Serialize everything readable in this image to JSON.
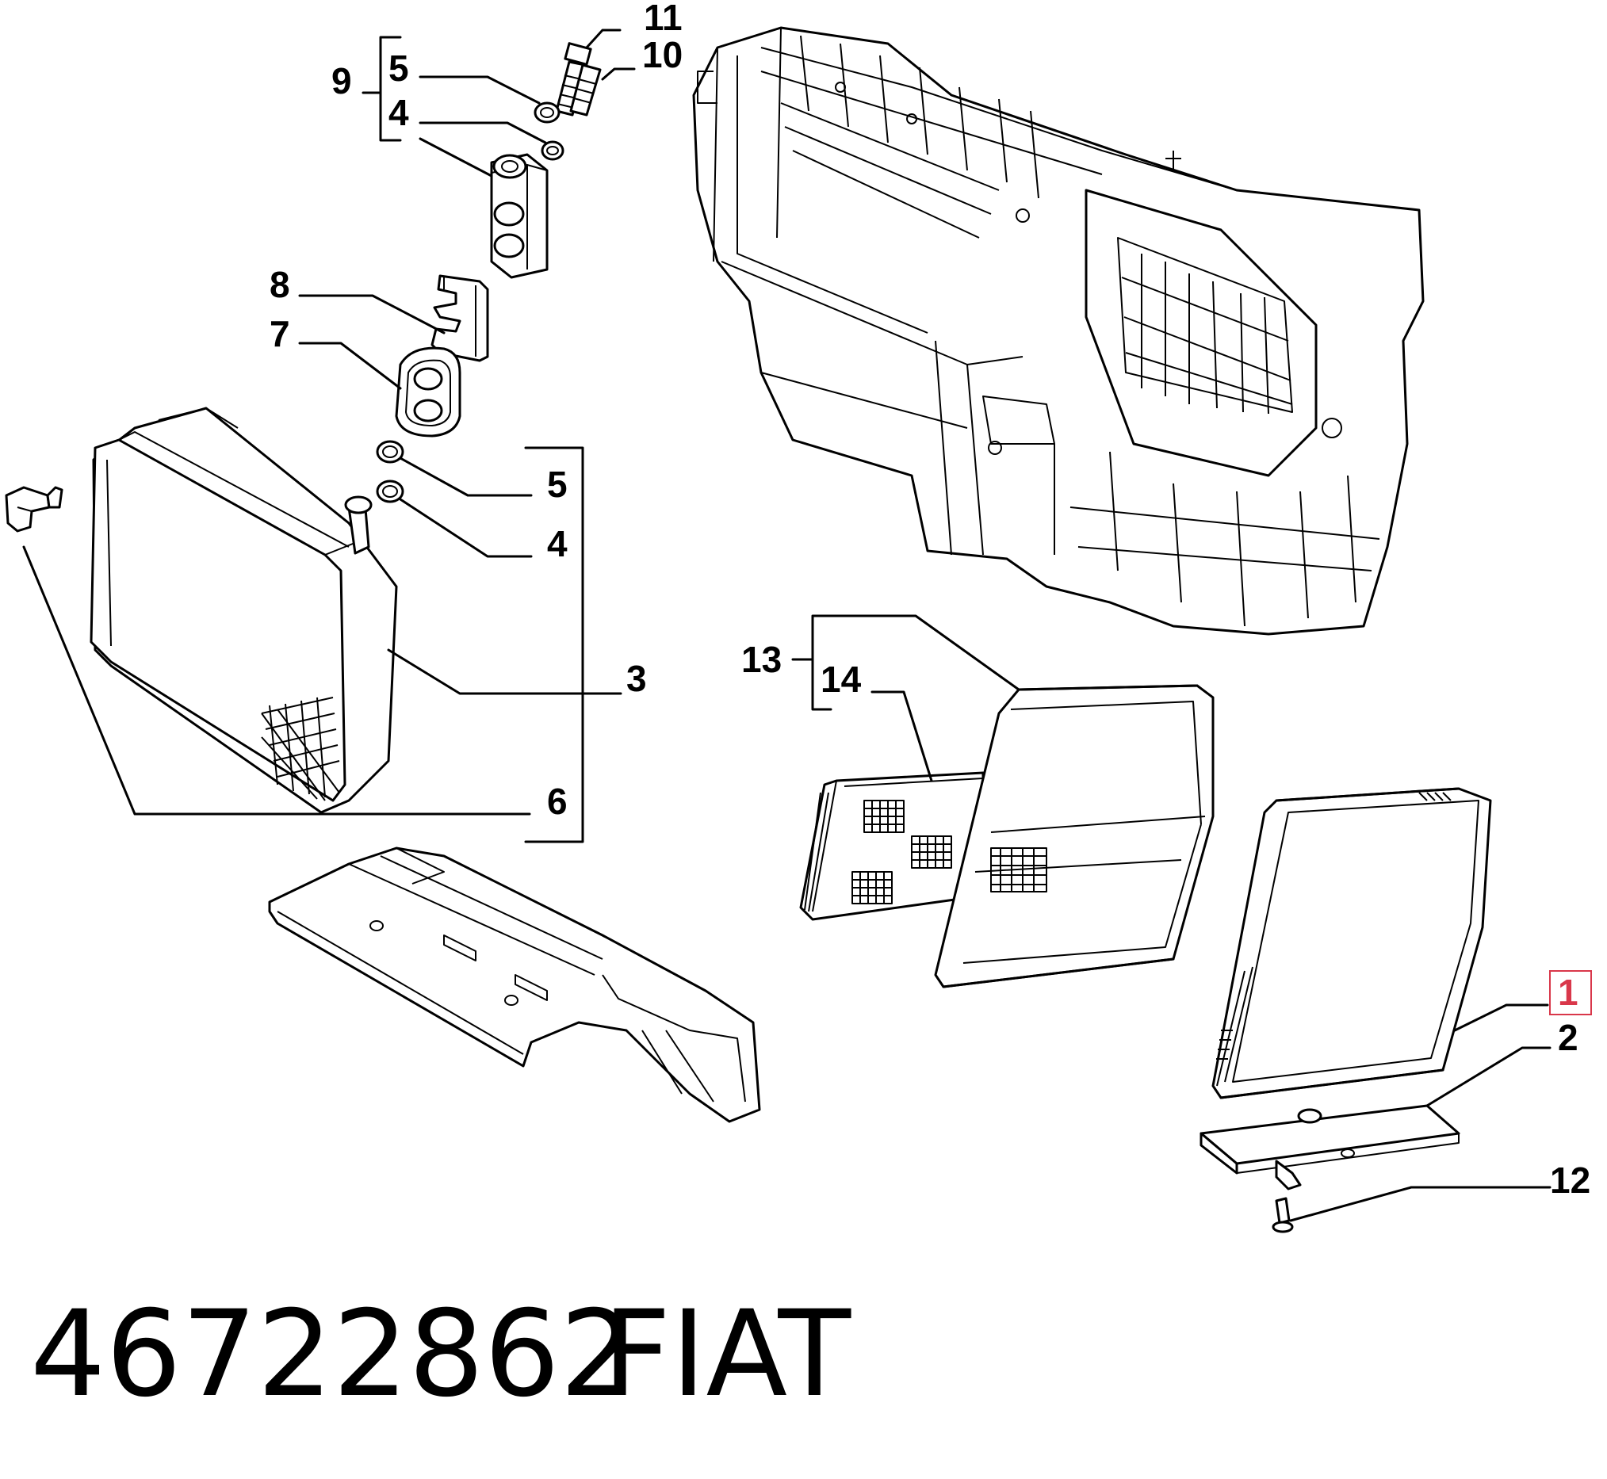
{
  "callouts": {
    "c11": "11",
    "c10": "10",
    "c9": "9",
    "c5_top": "5",
    "c4_top": "4",
    "c8": "8",
    "c7": "7",
    "c5_mid": "5",
    "c4_mid": "4",
    "c3": "3",
    "c6": "6",
    "c13": "13",
    "c14": "14",
    "c1": "1",
    "c2": "2",
    "c12": "12"
  },
  "highlighted_callout": "1",
  "highlight_color": "#d9374a",
  "footer": {
    "part_number": "46722862",
    "brand": "FIAT"
  }
}
